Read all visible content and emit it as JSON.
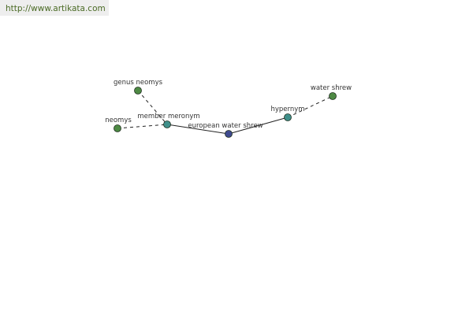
{
  "header": {
    "url": "http://www.artikata.com",
    "bar_color": "#eeeeee",
    "text_color": "#4a6a24"
  },
  "graph": {
    "nodes": [
      {
        "id": "genus-neomys",
        "label": "genus neomys",
        "color": "#4e8a44"
      },
      {
        "id": "neomys",
        "label": "neomys",
        "color": "#4e8a44"
      },
      {
        "id": "member-meronym",
        "label": "member meronym",
        "color": "#3f8f8a"
      },
      {
        "id": "european-water-shrew",
        "label": "european water shrew",
        "color": "#3f4a8f"
      },
      {
        "id": "hypernym",
        "label": "hypernym",
        "color": "#3f8f8a"
      },
      {
        "id": "water-shrew",
        "label": "water shrew",
        "color": "#4e8a44"
      }
    ],
    "edges": [
      {
        "from": "genus-neomys",
        "to": "member-meronym",
        "style": "dashed"
      },
      {
        "from": "neomys",
        "to": "member-meronym",
        "style": "dashed"
      },
      {
        "from": "member-meronym",
        "to": "european-water-shrew",
        "style": "solid"
      },
      {
        "from": "european-water-shrew",
        "to": "hypernym",
        "style": "solid"
      },
      {
        "from": "hypernym",
        "to": "water-shrew",
        "style": "dashed"
      }
    ]
  }
}
